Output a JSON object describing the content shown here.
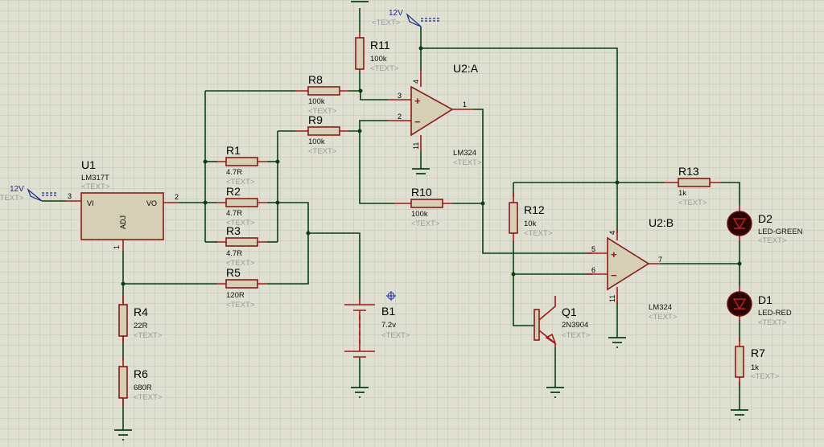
{
  "app": {
    "type": "schematic-capture",
    "grid": "visible"
  },
  "colors": {
    "background": "#dfe0d2",
    "grid": "#c8cabb",
    "wire": "#0b3f12",
    "component_outline": "#8b1a1a",
    "component_fill": "#d5cfb5",
    "terminal": "#1d2c86",
    "placeholder_text": "#9a9a9a"
  },
  "placeholder": "<TEXT>",
  "power_terminals": [
    {
      "id": "pwr-left",
      "label": "12V",
      "placeholder": "<TEXT>"
    },
    {
      "id": "pwr-top",
      "label": "12V",
      "placeholder": "<TEXT>"
    }
  ],
  "components": {
    "U1": {
      "ref": "U1",
      "value": "LM317T",
      "placeholder": "<TEXT>",
      "pins": {
        "vi": "VI",
        "vo": "VO",
        "adj": "ADJ",
        "n_vi": "3",
        "n_vo": "2",
        "n_adj": "1"
      }
    },
    "R1": {
      "ref": "R1",
      "value": "4.7R",
      "placeholder": "<TEXT>"
    },
    "R2": {
      "ref": "R2",
      "value": "4.7R",
      "placeholder": "<TEXT>"
    },
    "R3": {
      "ref": "R3",
      "value": "4.7R",
      "placeholder": "<TEXT>"
    },
    "R4": {
      "ref": "R4",
      "value": "22R",
      "placeholder": "<TEXT>"
    },
    "R5": {
      "ref": "R5",
      "value": "120R",
      "placeholder": "<TEXT>"
    },
    "R6": {
      "ref": "R6",
      "value": "680R",
      "placeholder": "<TEXT>"
    },
    "R7": {
      "ref": "R7",
      "value": "1k",
      "placeholder": "<TEXT>"
    },
    "R8": {
      "ref": "R8",
      "value": "100k",
      "placeholder": "<TEXT>"
    },
    "R9": {
      "ref": "R9",
      "value": "100k",
      "placeholder": "<TEXT>"
    },
    "R10": {
      "ref": "R10",
      "value": "100k",
      "placeholder": "<TEXT>"
    },
    "R11": {
      "ref": "R11",
      "value": "100k",
      "placeholder": "<TEXT>"
    },
    "R12": {
      "ref": "R12",
      "value": "10k",
      "placeholder": "<TEXT>"
    },
    "R13": {
      "ref": "R13",
      "value": "1k",
      "placeholder": "<TEXT>"
    },
    "U2A": {
      "ref": "U2:A",
      "value": "LM324",
      "placeholder": "<TEXT>",
      "pins": {
        "plus": "3",
        "minus": "2",
        "out": "1",
        "vcc": "4",
        "gnd": "11"
      }
    },
    "U2B": {
      "ref": "U2:B",
      "value": "LM324",
      "placeholder": "<TEXT>",
      "pins": {
        "plus": "5",
        "minus": "6",
        "out": "7",
        "vcc": "4",
        "gnd": "11"
      }
    },
    "Q1": {
      "ref": "Q1",
      "value": "2N3904",
      "placeholder": "<TEXT>"
    },
    "B1": {
      "ref": "B1",
      "value": "7.2v",
      "placeholder": "<TEXT>"
    },
    "D1": {
      "ref": "D1",
      "value": "LED-RED",
      "placeholder": "<TEXT>"
    },
    "D2": {
      "ref": "D2",
      "value": "LED-GREEN",
      "placeholder": "<TEXT>"
    }
  },
  "symbols": {
    "plus": "+",
    "minus": "−"
  }
}
